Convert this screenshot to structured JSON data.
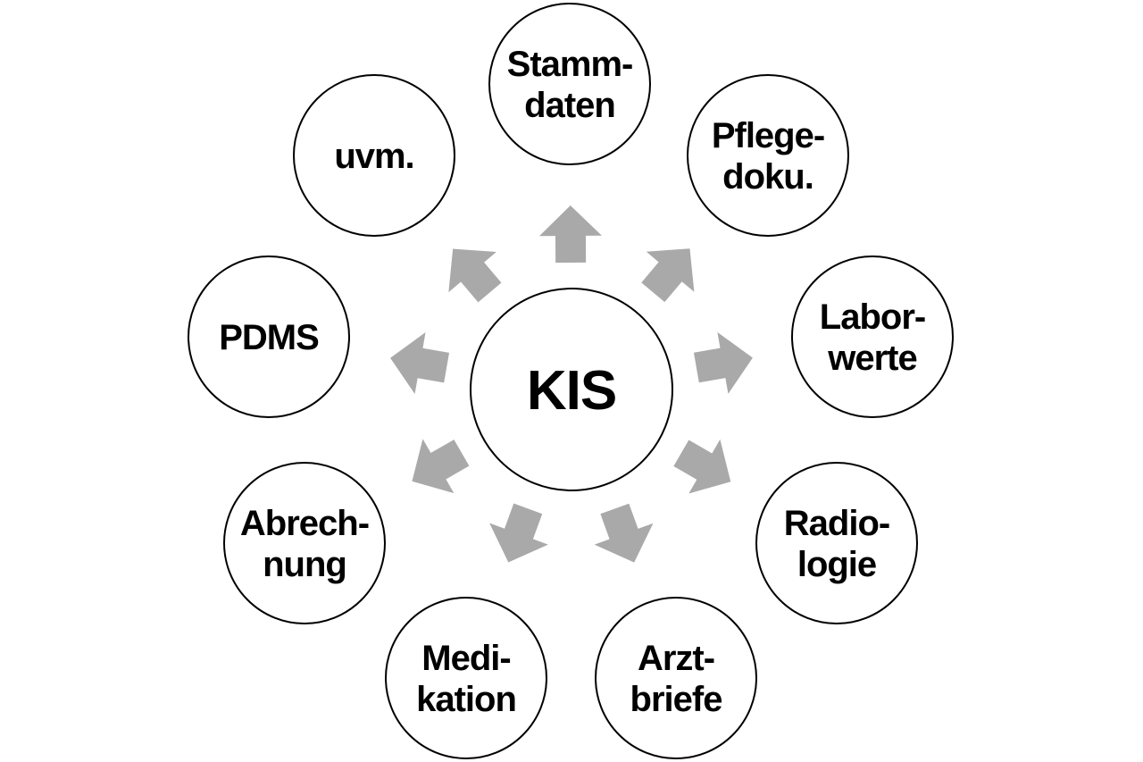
{
  "center": {
    "label": "KIS"
  },
  "nodes": [
    {
      "id": "stammdaten",
      "lines": [
        "Stamm-",
        "daten"
      ]
    },
    {
      "id": "pflegedoku",
      "lines": [
        "Pflege-",
        "doku."
      ]
    },
    {
      "id": "laborwerte",
      "lines": [
        "Labor-",
        "werte"
      ]
    },
    {
      "id": "radiologie",
      "lines": [
        "Radio-",
        "logie"
      ]
    },
    {
      "id": "arztbriefe",
      "lines": [
        "Arzt-",
        "briefe"
      ]
    },
    {
      "id": "medikation",
      "lines": [
        "Medi-",
        "kation"
      ]
    },
    {
      "id": "abrechnung",
      "lines": [
        "Abrech-",
        "nung"
      ]
    },
    {
      "id": "pdms",
      "lines": [
        "PDMS"
      ]
    },
    {
      "id": "uvm",
      "lines": [
        "uvm."
      ]
    }
  ],
  "colors": {
    "arrow": "#a9a9a9",
    "stroke": "#000000",
    "fill": "#ffffff"
  }
}
